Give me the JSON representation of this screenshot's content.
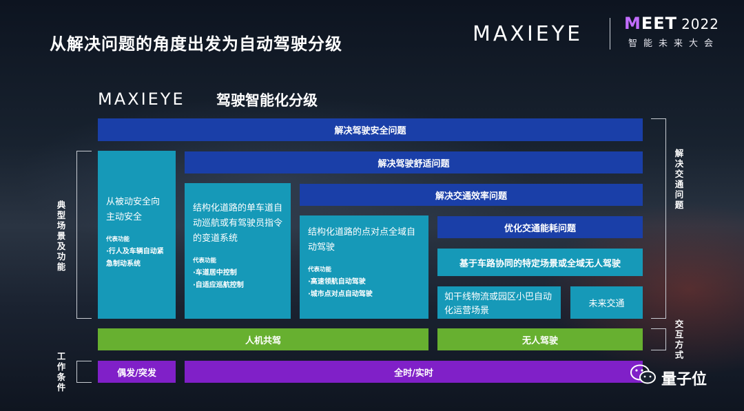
{
  "header": {
    "title": "从解决问题的角度出发为自动驾驶分级",
    "logo": "MAXIEYE",
    "event_brand_a": "M",
    "event_brand_b": "EET",
    "event_year": "2022",
    "event_subtitle": "智能未来大会"
  },
  "diagram": {
    "logo": "MAXIEYE",
    "heading": "驾驶智能化分级",
    "bars": {
      "safety": "解决驾驶安全问题",
      "comfort": "解决驾驶舒适问题",
      "efficiency": "解决交通效率问题",
      "energy": "优化交通能耗问题",
      "v2x": "基于车路协同的特定场景或全域无人驾驶",
      "logistics": "如干线物流或园区小巴自动化运营场景",
      "future": "未来交通"
    },
    "blocks": [
      {
        "main": "从被动安全向主动安全",
        "rep_label": "代表功能",
        "functions": [
          "·行人及车辆自动紧急制动系统"
        ]
      },
      {
        "main": "结构化道路的单车道自动巡航或有驾驶员指令的变道系统",
        "rep_label": "代表功能",
        "functions": [
          "·车道居中控制",
          "·自适应巡航控制"
        ]
      },
      {
        "main": "结构化道路的点对点全域自动驾驶",
        "rep_label": "代表功能",
        "functions": [
          "·高速领航自动驾驶",
          "·城市点对点自动驾驶"
        ]
      }
    ],
    "interaction": {
      "human_machine": "人机共驾",
      "driverless": "无人驾驶"
    },
    "conditions": {
      "occasional": "偶发/突发",
      "fulltime": "全时/实时"
    },
    "side_labels": {
      "typical": "典型场景及功能",
      "work": "工作条件",
      "traffic": "解决交通问题",
      "mode": "交互方式"
    }
  },
  "watermark": "量子位",
  "colors": {
    "navy": "#1a3fa8",
    "teal": "#1699b8",
    "green": "#67b030",
    "purple": "#8020c8",
    "event_accent": "#c26dff"
  }
}
